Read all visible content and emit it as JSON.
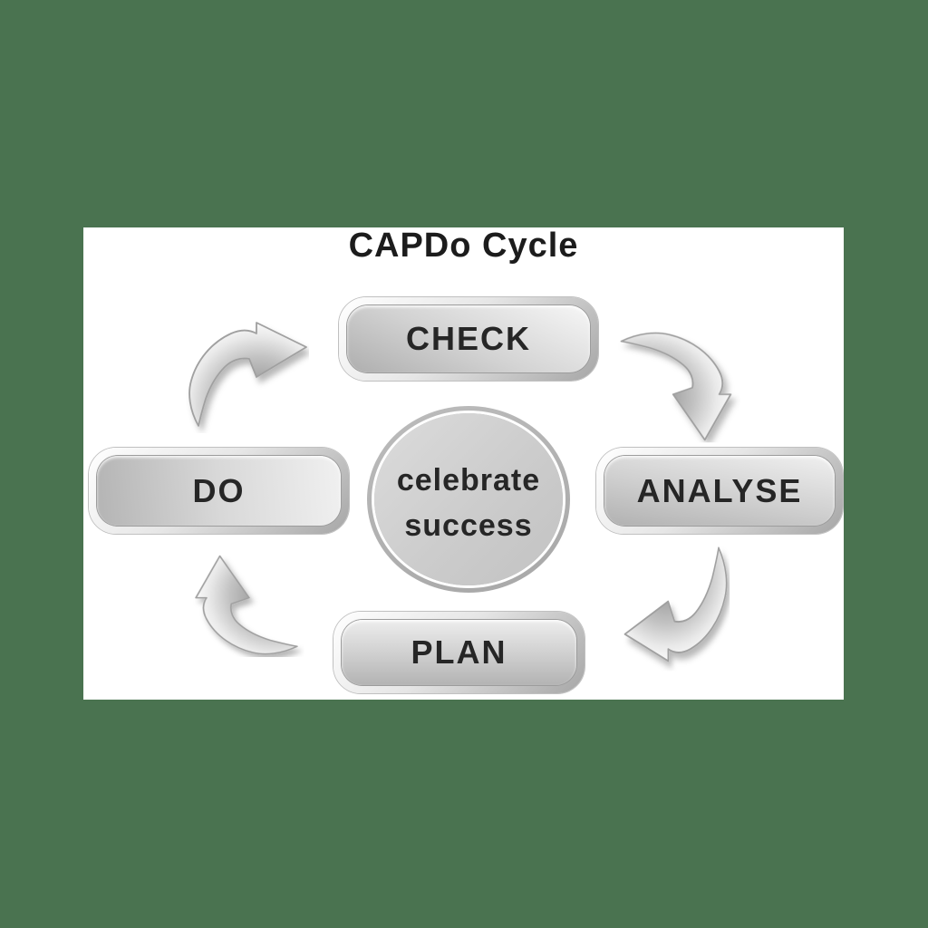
{
  "title": "CAPDo Cycle",
  "center": {
    "line1": "celebrate",
    "line2": "success"
  },
  "nodes": {
    "check": {
      "label": "CHECK"
    },
    "analyse": {
      "label": "ANALYSE"
    },
    "plan": {
      "label": "PLAN"
    },
    "do": {
      "label": "DO"
    }
  },
  "flow_order": [
    "CHECK",
    "ANALYSE",
    "PLAN",
    "DO"
  ],
  "colors": {
    "background": "#4a7350",
    "canvas": "#ffffff",
    "title_text": "#1c1c1c",
    "text": "#262626",
    "node_fill_light": "#f3f3f3",
    "node_fill_dark": "#aeaeae",
    "ring_dark": "#a6a6a6",
    "arrow_fill_light": "#ffffff",
    "arrow_fill_dark": "#a6a6a6",
    "arrow_outline": "#a0a0a0"
  }
}
